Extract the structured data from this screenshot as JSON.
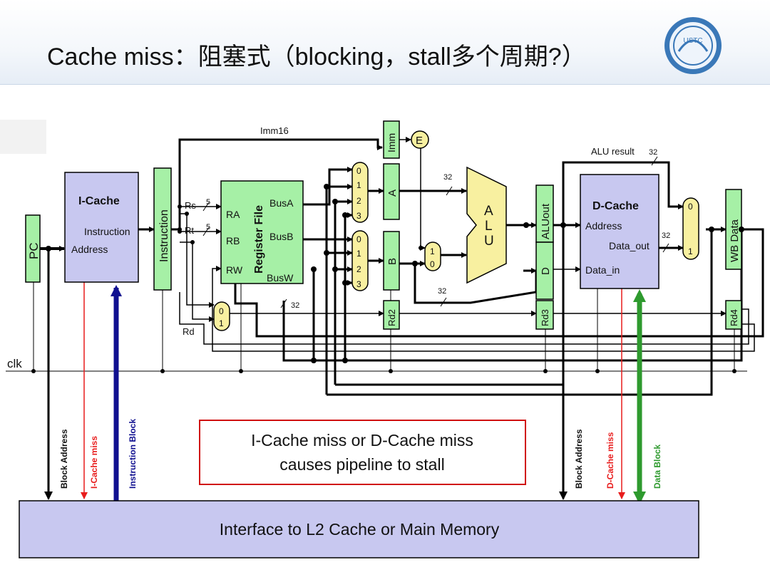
{
  "slide": {
    "title": "Cache miss：阻塞式（blocking，stall多个周期?）",
    "logo_text": "USTC"
  },
  "diagram": {
    "blocks": {
      "icache_title": "I-Cache",
      "icache_instruction": "Instruction",
      "icache_address": "Address",
      "pc": "PC",
      "instruction_reg": "Instruction",
      "regfile_title": "Register File",
      "ra": "RA",
      "rb": "RB",
      "rw": "RW",
      "busa": "BusA",
      "busb": "BusB",
      "busw": "BusW",
      "imm": "Imm",
      "e": "E",
      "a": "A",
      "b": "B",
      "rd2": "Rd2",
      "rd3": "Rd3",
      "rd4": "Rd4",
      "alu_a": "A",
      "alu_l": "L",
      "alu_u": "U",
      "aluout": "ALUout",
      "d": "D",
      "dcache_title": "D-Cache",
      "dcache_address": "Address",
      "dcache_dataout": "Data_out",
      "dcache_datain": "Data_in",
      "wbdata": "WB Data",
      "memory": "Interface to L2 Cache or Main Memory"
    },
    "labels": {
      "imm16": "Imm16",
      "rs": "Rs",
      "rt": "Rt",
      "rd": "Rd",
      "five": "5",
      "w32": "32",
      "alu_result": "ALU result",
      "clk": "clk",
      "mux0": "0",
      "mux1": "1",
      "mux2": "2",
      "mux3": "3",
      "block_address": "Block Address",
      "icache_miss": "I-Cache miss",
      "instruction_block": "Instruction Block",
      "dcache_miss": "D-Cache miss",
      "data_block": "Data Block"
    },
    "note_line1": "I-Cache miss or D-Cache miss",
    "note_line2": "causes pipeline to stall",
    "colors": {
      "block_fill": "#c8c8f0",
      "reg_fill": "#a6f0a6",
      "mux_fill": "#f8f0a0",
      "alu_fill": "#f8f0a0",
      "miss_red": "#e81c1c",
      "inst_blue": "#101090",
      "data_green": "#2e9a2e",
      "note_border": "#d01010"
    }
  }
}
